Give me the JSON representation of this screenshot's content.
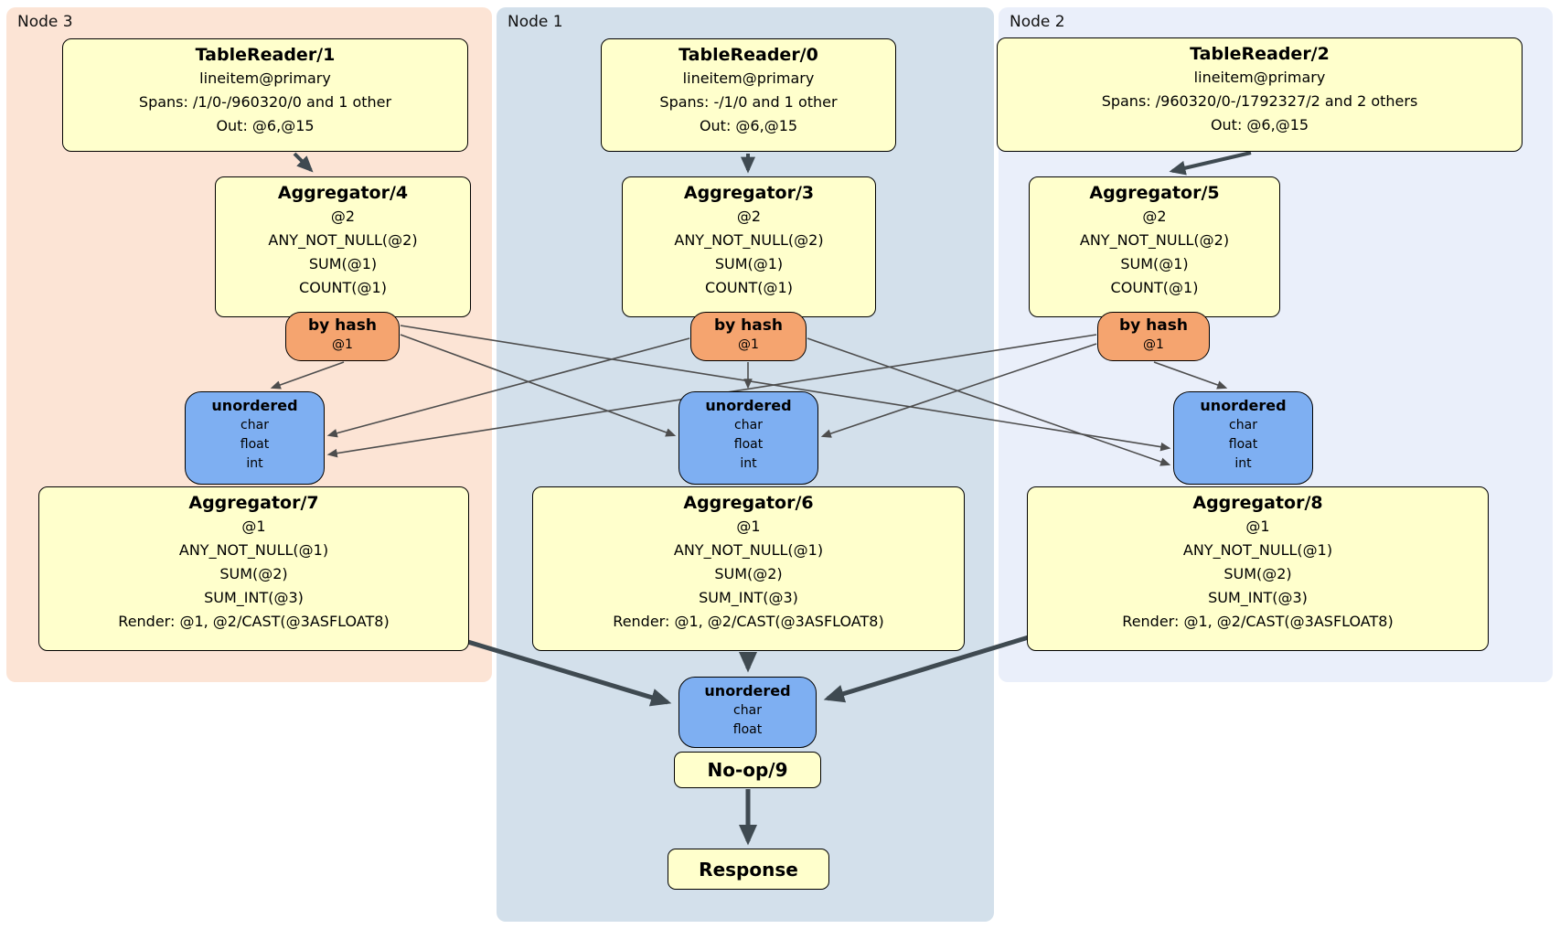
{
  "regions": [
    {
      "label": "Node 3"
    },
    {
      "label": "Node 1"
    },
    {
      "label": "Node 2"
    }
  ],
  "processors": {
    "tr1": {
      "title": "TableReader/1",
      "lines": [
        "lineitem@primary",
        "Spans: /1/0-/960320/0 and 1 other",
        "Out: @6,@15"
      ]
    },
    "tr0": {
      "title": "TableReader/0",
      "lines": [
        "lineitem@primary",
        "Spans: -/1/0 and 1 other",
        "Out: @6,@15"
      ]
    },
    "tr2": {
      "title": "TableReader/2",
      "lines": [
        "lineitem@primary",
        "Spans: /960320/0-/1792327/2 and 2 others",
        "Out: @6,@15"
      ]
    },
    "agg4": {
      "title": "Aggregator/4",
      "lines": [
        "@2",
        "ANY_NOT_NULL(@2)",
        "SUM(@1)",
        "COUNT(@1)"
      ]
    },
    "agg3": {
      "title": "Aggregator/3",
      "lines": [
        "@2",
        "ANY_NOT_NULL(@2)",
        "SUM(@1)",
        "COUNT(@1)"
      ]
    },
    "agg5": {
      "title": "Aggregator/5",
      "lines": [
        "@2",
        "ANY_NOT_NULL(@2)",
        "SUM(@1)",
        "COUNT(@1)"
      ]
    },
    "agg7": {
      "title": "Aggregator/7",
      "lines": [
        "@1",
        "ANY_NOT_NULL(@1)",
        "SUM(@2)",
        "SUM_INT(@3)",
        "Render: @1, @2/CAST(@3ASFLOAT8)"
      ]
    },
    "agg6": {
      "title": "Aggregator/6",
      "lines": [
        "@1",
        "ANY_NOT_NULL(@1)",
        "SUM(@2)",
        "SUM_INT(@3)",
        "Render: @1, @2/CAST(@3ASFLOAT8)"
      ]
    },
    "agg8": {
      "title": "Aggregator/8",
      "lines": [
        "@1",
        "ANY_NOT_NULL(@1)",
        "SUM(@2)",
        "SUM_INT(@3)",
        "Render: @1, @2/CAST(@3ASFLOAT8)"
      ]
    },
    "noop": {
      "title": "No-op/9"
    },
    "response": {
      "title": "Response"
    }
  },
  "routers": {
    "r3": {
      "title": "by hash",
      "key": "@1"
    },
    "r1": {
      "title": "by hash",
      "key": "@1"
    },
    "r2": {
      "title": "by hash",
      "key": "@1"
    }
  },
  "syncs": {
    "s3": {
      "title": "unordered",
      "types": [
        "char",
        "float",
        "int"
      ]
    },
    "s1": {
      "title": "unordered",
      "types": [
        "char",
        "float",
        "int"
      ]
    },
    "s2": {
      "title": "unordered",
      "types": [
        "char",
        "float",
        "int"
      ]
    },
    "final": {
      "title": "unordered",
      "types": [
        "char",
        "float"
      ]
    }
  },
  "colors": {
    "processor_fill": "#ffffcc",
    "router_fill": "#f5a46f",
    "sync_fill": "#7eaff2",
    "node3_bg": "#fce4d5",
    "node1_bg": "#d3e0eb",
    "node2_bg": "#eaeffa",
    "thin_edge": "#4d4d4d",
    "thick_edge": "#3f4a51"
  }
}
